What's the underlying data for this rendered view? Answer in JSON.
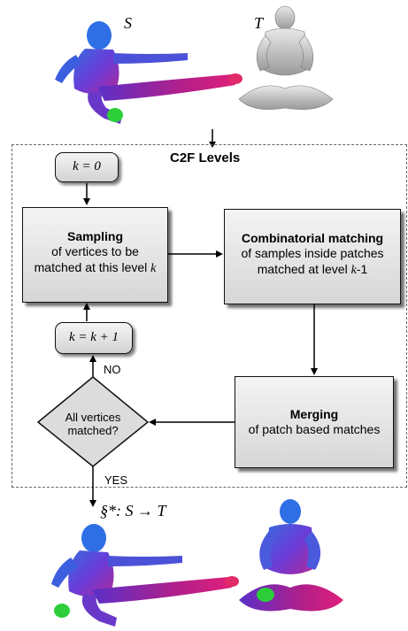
{
  "top_labels": {
    "source": "S",
    "target": "T"
  },
  "frame_title": "C2F Levels",
  "init_box": "k = 0",
  "increment_box": "k = k + 1",
  "sampling": {
    "title": "Sampling",
    "line1": "of vertices to be",
    "line2": "matched at this level ",
    "var": "k"
  },
  "combinatorial": {
    "title": "Combinatorial matching",
    "line1": "of samples inside patches",
    "line2": "matched at level ",
    "var": "k",
    "suffix": "-1"
  },
  "merging": {
    "title": "Merging",
    "line1": "of patch based matches"
  },
  "decision": {
    "line1": "All vertices",
    "line2": "matched?"
  },
  "no_label": "NO",
  "yes_label": "YES",
  "result_label": "§*: S → T"
}
